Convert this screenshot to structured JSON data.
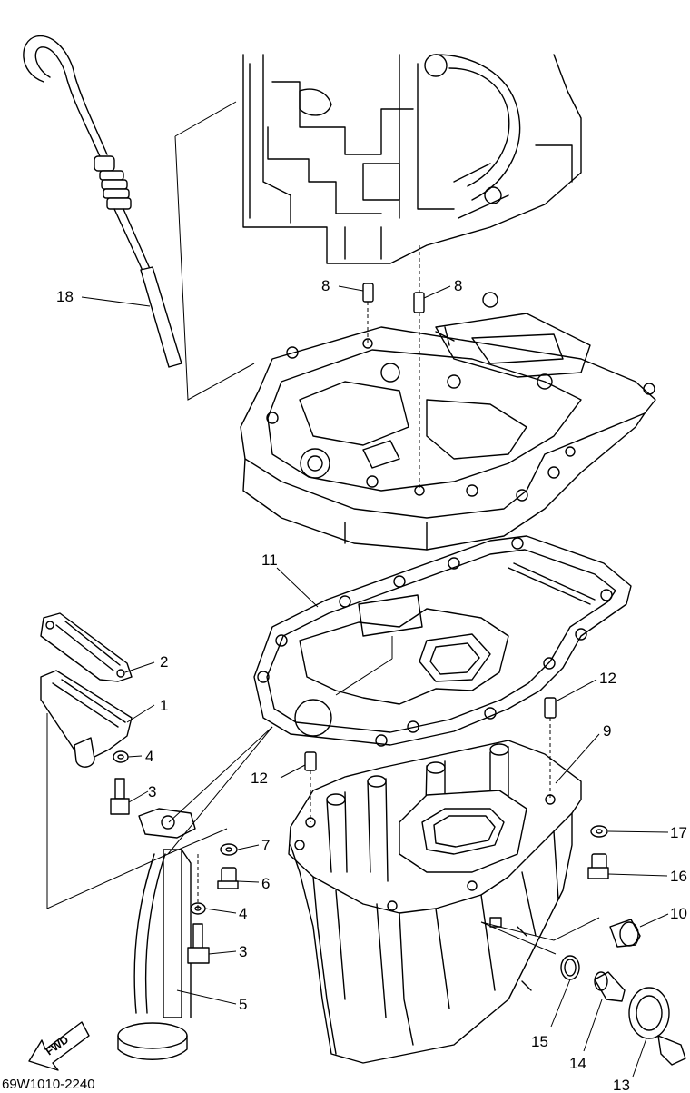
{
  "drawing_code": "69W1010-2240",
  "fwd_label": "FWD",
  "callouts": {
    "c1": "1",
    "c2": "2",
    "c3a": "3",
    "c3b": "3",
    "c4a": "4",
    "c4b": "4",
    "c5": "5",
    "c6": "6",
    "c7": "7",
    "c8a": "8",
    "c8b": "8",
    "c9": "9",
    "c10": "10",
    "c11": "11",
    "c12a": "12",
    "c12b": "12",
    "c13": "13",
    "c14": "14",
    "c15": "15",
    "c16": "16",
    "c17": "17",
    "c18": "18"
  }
}
